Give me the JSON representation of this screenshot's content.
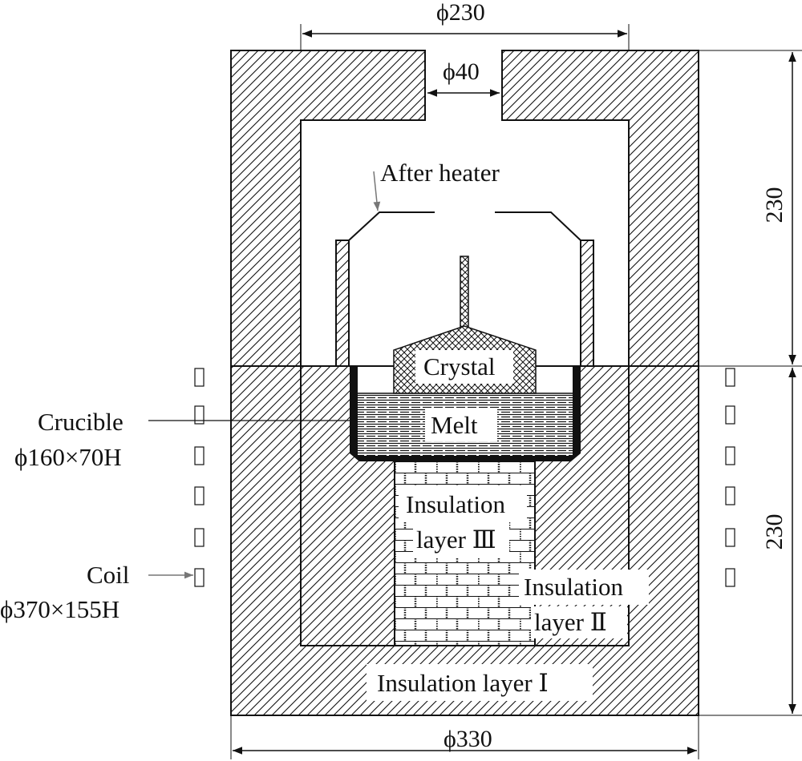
{
  "labels": {
    "after_heater": "After heater",
    "crystal": "Crystal",
    "melt": "Melt",
    "crucible_name": "Crucible",
    "crucible_size": "ϕ160×70H",
    "coil_name": "Coil",
    "coil_size": "ϕ370×155H",
    "insulation_3_line1": "Insulation",
    "insulation_3_line2": "layer Ⅲ",
    "insulation_2_line1": "Insulation",
    "insulation_2_line2": "layer Ⅱ",
    "insulation_1": "Insulation layer Ⅰ"
  },
  "dimensions": {
    "top_inner_diameter": "ϕ230",
    "opening_diameter": "ϕ40",
    "outer_diameter": "ϕ330",
    "upper_height": "230",
    "lower_height": "230"
  },
  "colors": {
    "line": "#111111",
    "leader": "#777777",
    "background": "#ffffff"
  }
}
